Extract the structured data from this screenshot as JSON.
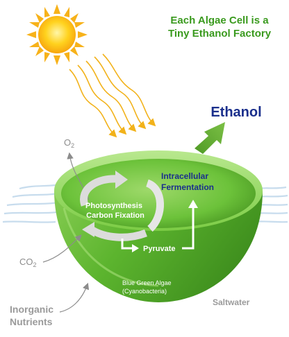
{
  "title_lines": [
    "Each Algae Cell is a",
    "Tiny Ethanol Factory"
  ],
  "labels": {
    "ethanol": "Ethanol",
    "o2": "O",
    "o2_sub": "2",
    "co2": "CO",
    "co2_sub": "2",
    "intracellular_line1": "Intracellular",
    "intracellular_line2": "Fermentation",
    "photosynthesis_line1": "Photosynthesis",
    "photosynthesis_line2": "Carbon Fixation",
    "pyruvate": "Pyruvate",
    "algae_line1": "Blue Green Algae",
    "algae_line2": "(Cyanobacteria)",
    "inorganic_line1": "Inorganic",
    "inorganic_line2": "Nutrients",
    "saltwater": "Saltwater"
  },
  "colors": {
    "title_green": "#3a9a1e",
    "ethanol_blue": "#1a2f8c",
    "arrow_green": "#5aa82c",
    "bowl_green": "#6cc23a",
    "sun_yellow": "#ffd21e",
    "sun_orange": "#f59a0b",
    "gray_label": "#8c8c8c",
    "water_blue": "#c7dced"
  }
}
